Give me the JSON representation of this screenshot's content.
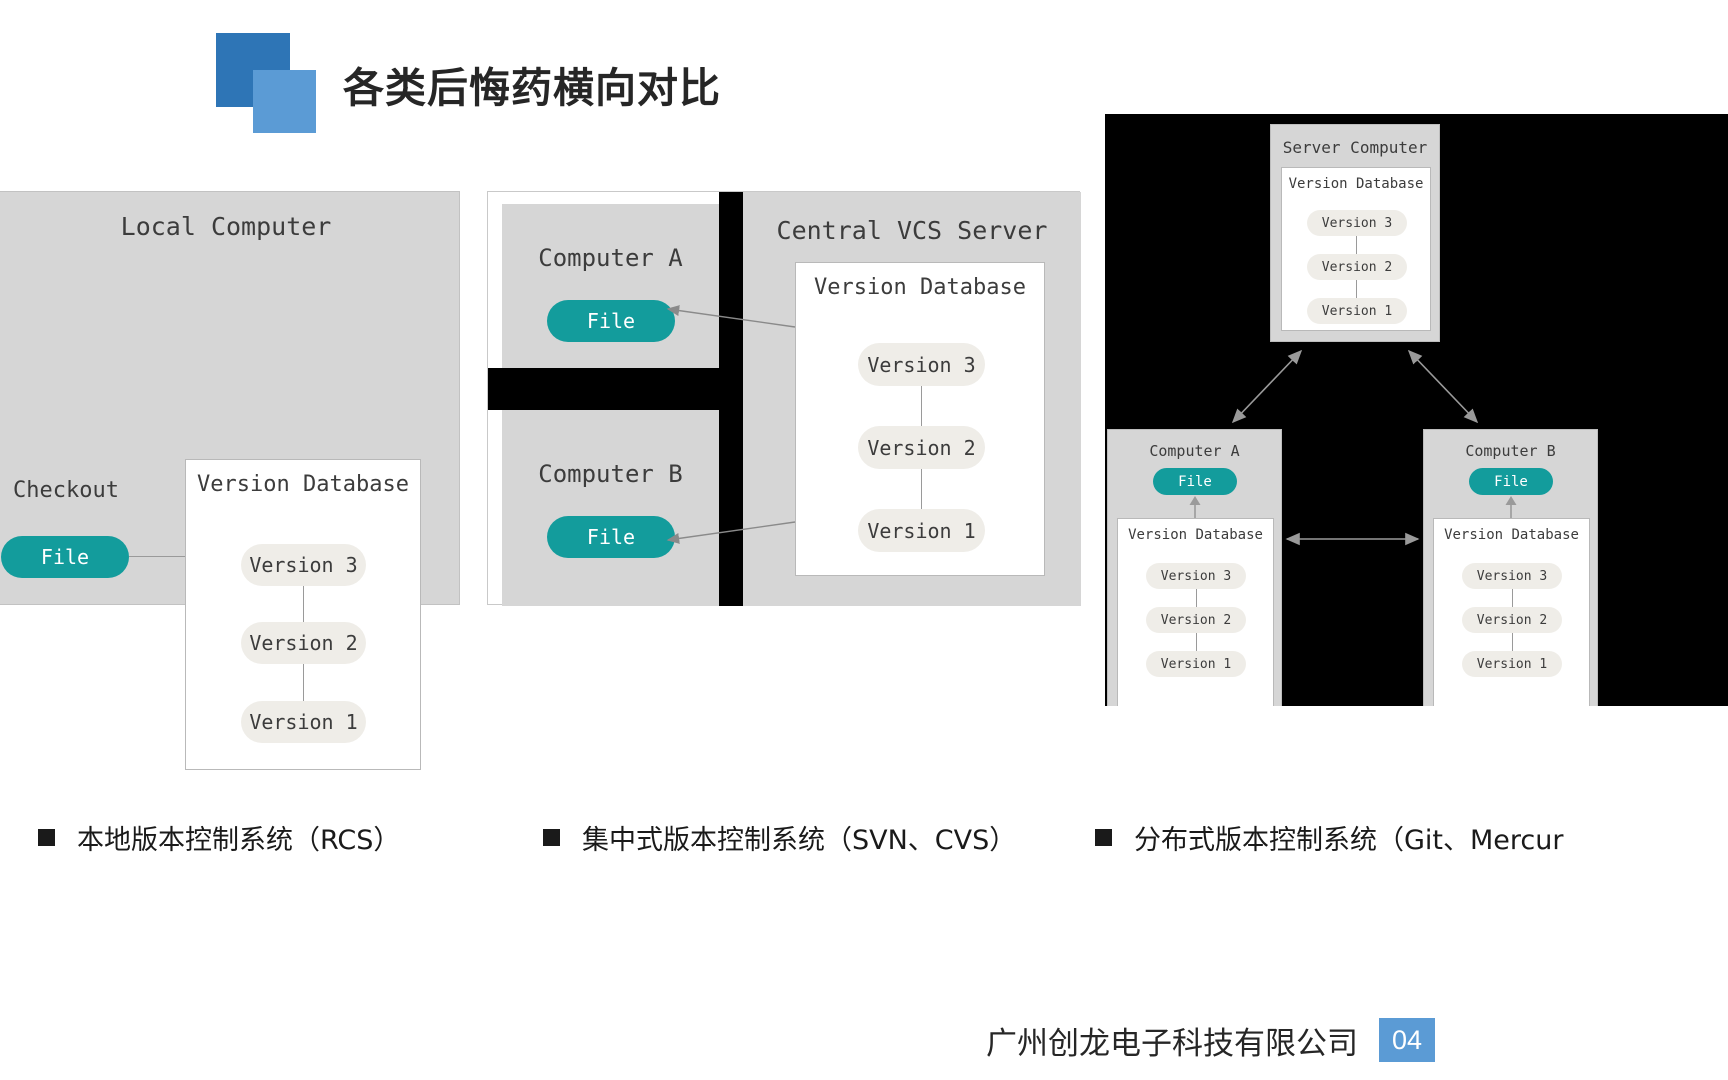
{
  "title": "各类后悔药横向对比",
  "colors": {
    "logo_back": "#2E75B6",
    "logo_front": "#5B9BD5",
    "panel_gray": "#d6d6d6",
    "file_teal": "#139c9c",
    "version_pill": "#efede8",
    "black": "#000000",
    "badge_blue": "#5B9BD5"
  },
  "panel_local": {
    "panel_title": "Local Computer",
    "checkout_label": "Checkout",
    "file_label": "File",
    "vdb_label": "Version Database",
    "versions": [
      "Version 3",
      "Version 2",
      "Version 1"
    ]
  },
  "panel_central": {
    "computer_a": {
      "title": "Computer A",
      "file_label": "File"
    },
    "computer_b": {
      "title": "Computer B",
      "file_label": "File"
    },
    "server": {
      "title": "Central VCS Server",
      "vdb_label": "Version Database",
      "versions": [
        "Version 3",
        "Version 2",
        "Version 1"
      ]
    }
  },
  "panel_distributed": {
    "server": {
      "title": "Server Computer",
      "vdb_label": "Version Database",
      "versions": [
        "Version 3",
        "Version 2",
        "Version 1"
      ]
    },
    "computer_a": {
      "title": "Computer A",
      "file_label": "File",
      "vdb_label": "Version Database",
      "versions": [
        "Version 3",
        "Version 2",
        "Version 1"
      ]
    },
    "computer_b": {
      "title": "Computer B",
      "file_label": "File",
      "vdb_label": "Version Database",
      "versions": [
        "Version 3",
        "Version 2",
        "Version 1"
      ]
    }
  },
  "captions": [
    "本地版本控制系统（RCS）",
    "集中式版本控制系统（SVN、CVS）",
    "分布式版本控制系统（Git、Mercur"
  ],
  "footer": {
    "company": "广州创龙电子科技有限公司",
    "page_number": "04"
  }
}
